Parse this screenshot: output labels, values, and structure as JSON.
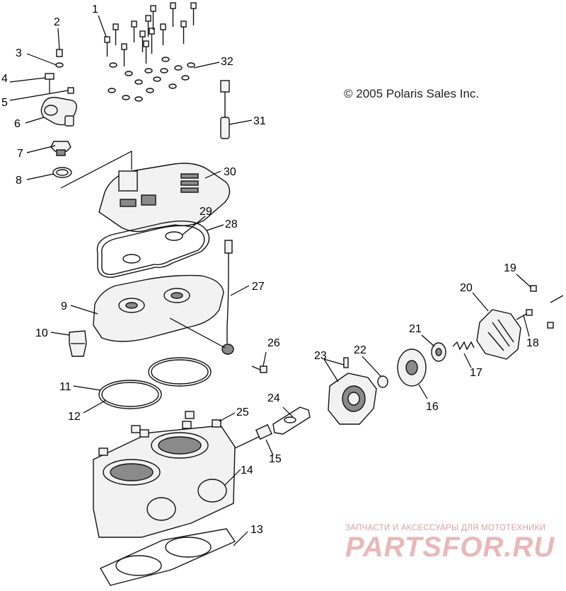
{
  "copyright": "© 2005 Polaris Sales Inc.",
  "watermark": {
    "tagline": "ЗАПЧАСТИ И АКСЕССУАРЫ ДЛЯ МОТОТЕХНИКИ",
    "logo": "PARTSFOR.RU"
  },
  "callouts": {
    "c1": "1",
    "c2": "2",
    "c3": "3",
    "c4": "4",
    "c5": "5",
    "c6": "6",
    "c7": "7",
    "c8": "8",
    "c9": "9",
    "c10": "10",
    "c11": "11",
    "c12": "12",
    "c13": "13",
    "c14": "14",
    "c15": "15",
    "c16": "16",
    "c17": "17",
    "c18": "18",
    "c19": "19",
    "c20": "20",
    "c21": "21",
    "c22": "22",
    "c23": "23",
    "c24": "24",
    "c25": "25",
    "c26": "26",
    "c27": "27",
    "c28": "28",
    "c29": "29",
    "c30": "30",
    "c31": "31",
    "c32": "32"
  }
}
